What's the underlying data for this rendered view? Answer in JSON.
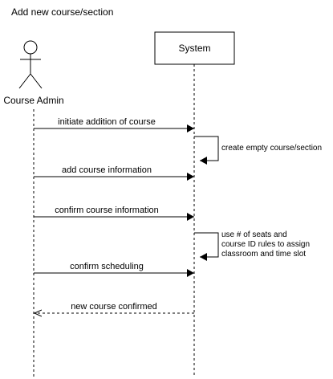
{
  "diagram": {
    "title": "Add new course/section",
    "actor": {
      "label": "Course Admin",
      "icon": "stick-figure-icon"
    },
    "system": {
      "label": "System"
    },
    "messages": [
      {
        "label": "initiate addition of course",
        "direction": "actor-to-system",
        "style": "solid"
      },
      {
        "label": "create empty course/section",
        "direction": "self",
        "style": "solid"
      },
      {
        "label": "add course information",
        "direction": "actor-to-system",
        "style": "solid"
      },
      {
        "label": "confirm course information",
        "direction": "actor-to-system",
        "style": "solid"
      },
      {
        "label_lines": [
          "use # of seats and",
          "course ID rules to assign",
          "classroom and time slot"
        ],
        "direction": "self",
        "style": "solid"
      },
      {
        "label": "confirm scheduling",
        "direction": "actor-to-system",
        "style": "solid"
      },
      {
        "label": "new course confirmed",
        "direction": "system-to-actor",
        "style": "dashed"
      }
    ],
    "colors": {
      "line": "#000000",
      "background": "#ffffff",
      "text": "#000000"
    }
  }
}
